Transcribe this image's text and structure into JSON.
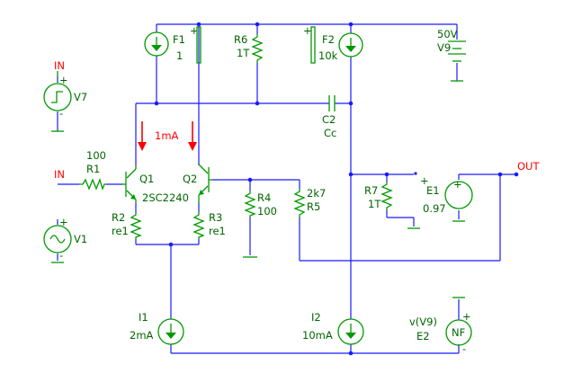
{
  "components": {
    "F1": {
      "name": "F1",
      "value": "1"
    },
    "R6": {
      "name": "R6",
      "value": "1T"
    },
    "F2": {
      "name": "F2",
      "value": "10k"
    },
    "V9": {
      "name": "V9",
      "value": "50V"
    },
    "V7": {
      "name": "V7"
    },
    "C2": {
      "name": "C2",
      "value": "Cc"
    },
    "R1": {
      "name": "R1",
      "value": "100"
    },
    "Q1": {
      "name": "Q1"
    },
    "Q2": {
      "name": "Q2",
      "model": "2SC2240"
    },
    "R4": {
      "name": "R4",
      "value": "100"
    },
    "R5": {
      "name": "R5",
      "value": "2k7"
    },
    "R7": {
      "name": "R7",
      "value": "1T"
    },
    "E1": {
      "name": "E1",
      "value": "0.97"
    },
    "R2": {
      "name": "R2",
      "value": "re1"
    },
    "R3": {
      "name": "R3",
      "value": "re1"
    },
    "V1": {
      "name": "V1"
    },
    "I1": {
      "name": "I1",
      "value": "2mA"
    },
    "I2": {
      "name": "I2",
      "value": "10mA"
    },
    "E2": {
      "name": "E2",
      "value": "v(V9)",
      "symbol": "NF"
    }
  },
  "annotations": {
    "current": "1mA"
  },
  "ports": {
    "in_top": "IN",
    "in_mid": "IN",
    "out": "OUT"
  },
  "polarity": {
    "plus": "+",
    "minus": "-"
  },
  "colors": {
    "wire": "#1a1aff",
    "component": "#009900",
    "label": "#006600",
    "port": "#ff0000",
    "annotation": "#ff0000"
  }
}
